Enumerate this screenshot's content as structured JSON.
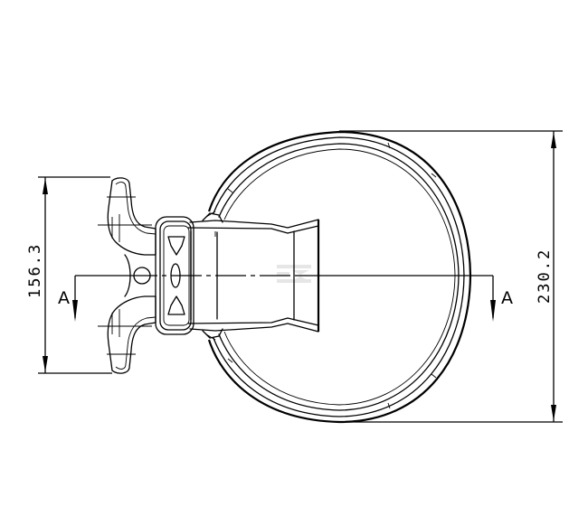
{
  "drawing": {
    "type": "technical-drawing",
    "background_color": "#ffffff",
    "line_color": "#000000",
    "dimensions": {
      "height_left": {
        "value": "156.3",
        "orientation": "vertical"
      },
      "height_right": {
        "value": "230.2",
        "orientation": "vertical"
      }
    },
    "section_markers": {
      "left": {
        "label": "A"
      },
      "right": {
        "label": "A"
      }
    },
    "centerline": {
      "style": "dash-dot"
    },
    "parts": [
      "mounting-bracket",
      "neck-sleeve",
      "loop-ring"
    ]
  }
}
